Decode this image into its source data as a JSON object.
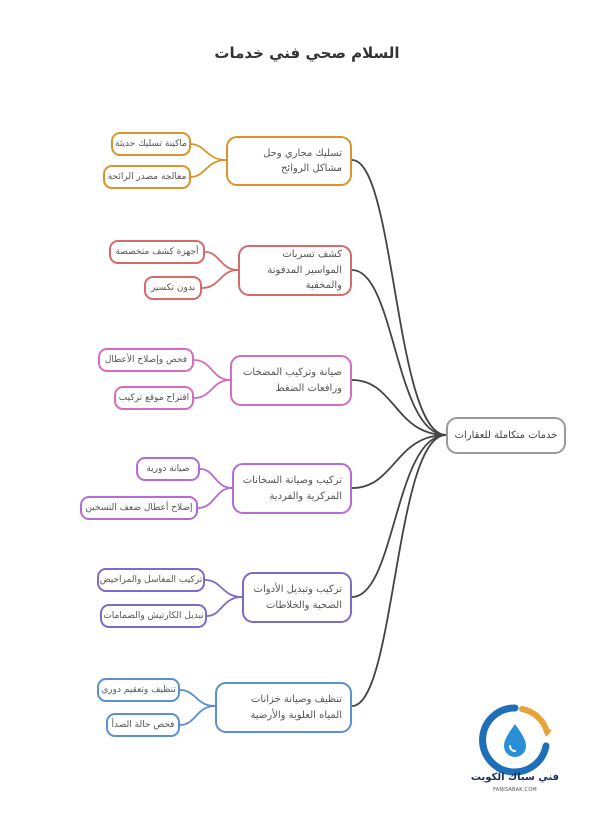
{
  "title": "السلام صحي فني خدمات",
  "root": "خدمات متكاملة للعقارات",
  "colors": {
    "orange": "#d9952b",
    "red": "#d46a6a",
    "magenta": "#d46cc0",
    "purple": "#b56bd3",
    "violet": "#7e6bc9",
    "blue": "#5a8fd0",
    "root": "#9a9a9a"
  },
  "branches": [
    {
      "label": "تسليك مجاري وحل مشاكل الروائح",
      "leaves": [
        "ماكينة تسليك حديثة",
        "معالجة مصدر الرائحة"
      ]
    },
    {
      "label": "كشف تسربات المواسير المدفونة والمخفية",
      "leaves": [
        "أجهزة كشف متخصصة",
        "بدون تكسير"
      ]
    },
    {
      "label": "صيانة وتركيب المضخات ورافعات الضغط",
      "leaves": [
        "فحص وإصلاح الأعطال",
        "اقتراح موقع تركيب"
      ]
    },
    {
      "label": "تركيب وصيانة السخانات المركزية والفردية",
      "leaves": [
        "صيانة دورية",
        "إصلاح أعطال ضعف التسخين"
      ]
    },
    {
      "label": "تركيب وتبديل الأدوات الصحية والخلاطات",
      "leaves": [
        "تركيب المغاسل والمراحيض",
        "تبديل الكارتيش والصمامات"
      ]
    },
    {
      "label": "تنظيف وصيانة خزانات المياه العلوية والأرضية",
      "leaves": [
        "تنظيف وتعقيم دوري",
        "فحص حالة الصدأ"
      ]
    }
  ],
  "logo": {
    "name": "فني سباك الكويت",
    "url": "FANISABAK.COM"
  }
}
